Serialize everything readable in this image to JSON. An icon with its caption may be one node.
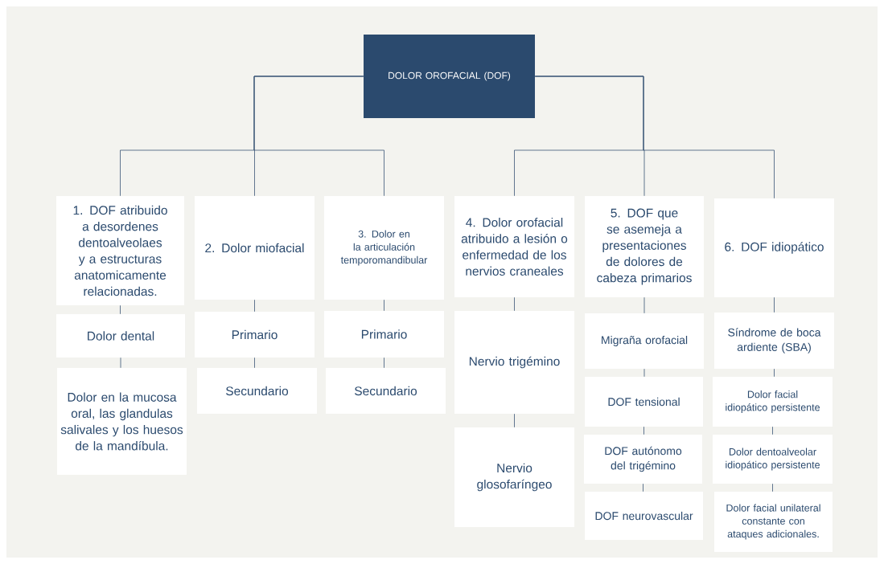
{
  "diagram": {
    "nodes": [
      {
        "text": [
          "DOLOR OROFACIAL (DOF)"
        ]
      },
      {
        "text": [
          "1. DOF atribuido a desordenes dentoalveolaes y a estructuras anatomicamente relacionadas."
        ]
      },
      {
        "text": [
          "2. Dolor miofacial"
        ]
      },
      {
        "text": [
          "3. Dolor en la articulación temporomandibular"
        ]
      },
      {
        "text": [
          "4. Dolor orofacial atribuido a lesión o enfermedad de los nervios craneales"
        ]
      },
      {
        "text": [
          "5. DOF que se asemeja a presentaciones de dolores de cabeza primarios"
        ]
      },
      {
        "text": [
          "6. DOF idiopático"
        ]
      },
      {
        "text": [
          "Dolor dental"
        ]
      },
      {
        "text": [
          "Dolor en la mucosa oral, las glandulas salivales y los huesos de la mandíbula."
        ]
      },
      {
        "text": [
          "Primario"
        ]
      },
      {
        "text": [
          "Secundario"
        ]
      },
      {
        "text": [
          "Primario"
        ]
      },
      {
        "text": [
          "Secundario"
        ]
      },
      {
        "text": [
          "Nervio trigémino"
        ]
      },
      {
        "text": [
          "Nervio glosofaríngeo"
        ]
      },
      {
        "text": [
          "Migraña orofacial"
        ]
      },
      {
        "text": [
          "DOF tensional"
        ]
      },
      {
        "text": [
          "DOF autónomo del trigémino"
        ]
      },
      {
        "text": [
          "DOF neurovascular"
        ]
      },
      {
        "text": [
          "Síndrome de boca ardiente (SBA)"
        ]
      },
      {
        "text": [
          "Dolor facial idiopático persistente"
        ]
      },
      {
        "text": [
          "Dolor dentoalveolar idiopático persistente"
        ]
      },
      {
        "text": [
          "Dolor facial unilateral constante con ataques adicionales."
        ]
      }
    ],
    "edges": [
      {
        "from": 0,
        "to": 1,
        "arrow": "none"
      },
      {
        "from": 0,
        "to": 2,
        "arrow": "none"
      },
      {
        "from": 0,
        "to": 3,
        "arrow": "none"
      },
      {
        "from": 0,
        "to": 4,
        "arrow": "none"
      },
      {
        "from": 0,
        "to": 5,
        "arrow": "none"
      },
      {
        "from": 0,
        "to": 6,
        "arrow": "none"
      },
      {
        "from": 1,
        "to": 7,
        "arrow": "none"
      },
      {
        "from": 7,
        "to": 8,
        "arrow": "none"
      },
      {
        "from": 2,
        "to": 9,
        "arrow": "none"
      },
      {
        "from": 9,
        "to": 10,
        "arrow": "none"
      },
      {
        "from": 3,
        "to": 11,
        "arrow": "none"
      },
      {
        "from": 11,
        "to": 12,
        "arrow": "none"
      },
      {
        "from": 4,
        "to": 13,
        "arrow": "none"
      },
      {
        "from": 13,
        "to": 14,
        "arrow": "none"
      },
      {
        "from": 5,
        "to": 15,
        "arrow": "none"
      },
      {
        "from": 15,
        "to": 16,
        "arrow": "none"
      },
      {
        "from": 16,
        "to": 17,
        "arrow": "none"
      },
      {
        "from": 17,
        "to": 18,
        "arrow": "none"
      },
      {
        "from": 6,
        "to": 19,
        "arrow": "none"
      },
      {
        "from": 19,
        "to": 20,
        "arrow": "none"
      },
      {
        "from": 20,
        "to": 21,
        "arrow": "none"
      },
      {
        "from": 21,
        "to": 22,
        "arrow": "none"
      }
    ]
  }
}
